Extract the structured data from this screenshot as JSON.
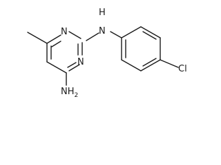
{
  "molecule": {
    "atoms": {
      "n_ring_top": "N",
      "n_ring_bottom": "N",
      "nh_bridge": "N",
      "nh_bridge_h": "H",
      "amine": "NH",
      "amine_sub": "2",
      "chlorine": "Cl"
    }
  }
}
